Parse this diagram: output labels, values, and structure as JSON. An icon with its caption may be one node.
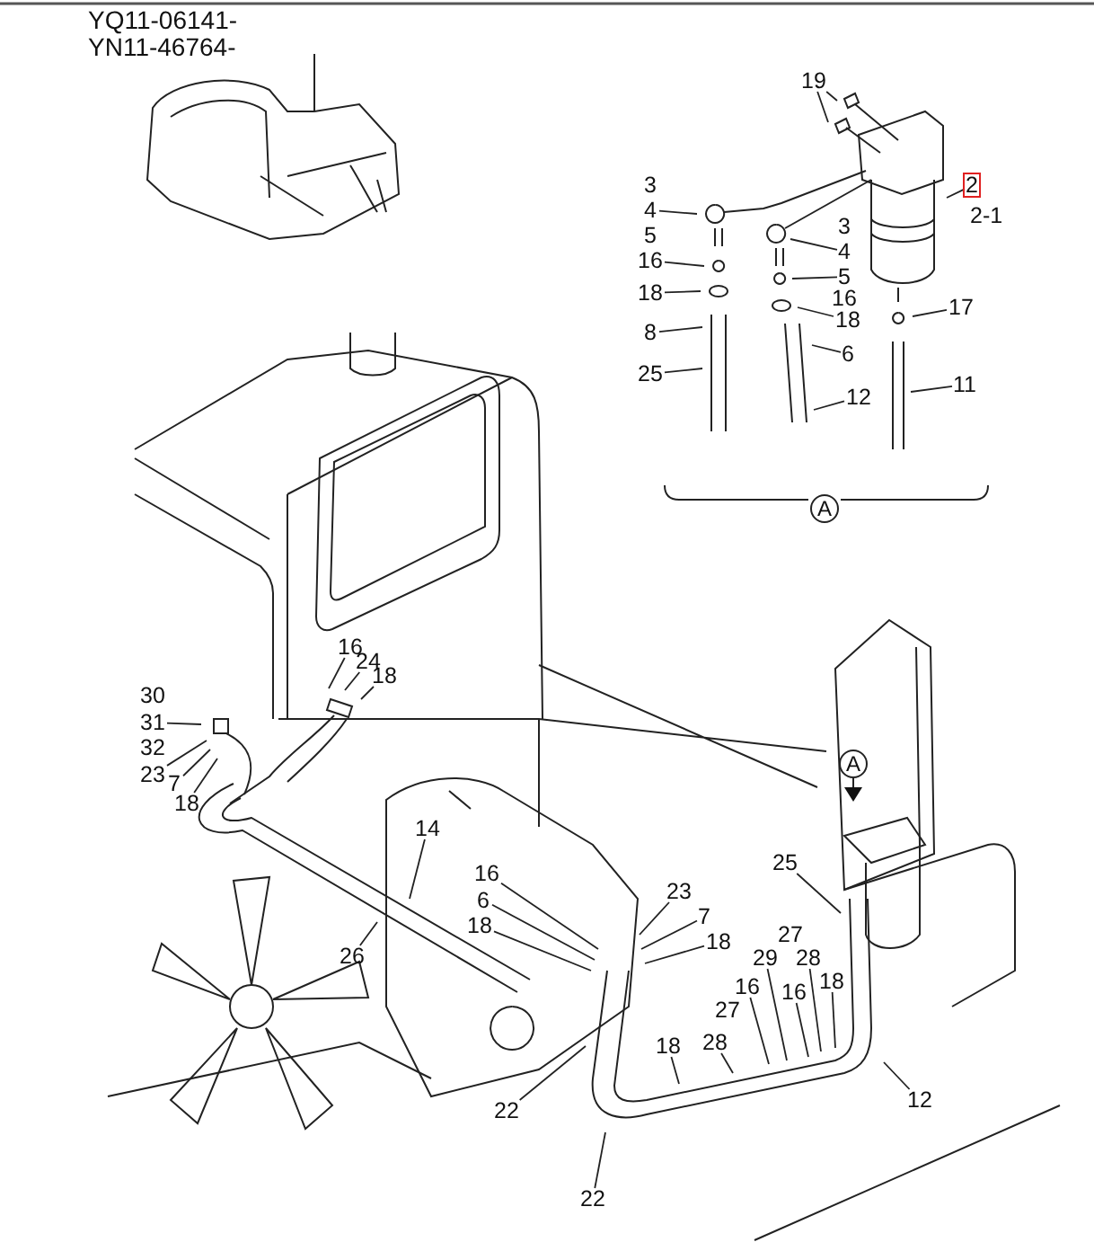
{
  "diagram": {
    "nodes": [
      {
        "text": [
          "19"
        ]
      },
      {
        "text": [
          "2"
        ]
      },
      {
        "text": [
          "4"
        ]
      },
      {
        "text": [
          "4"
        ]
      },
      {
        "text": [
          "5"
        ]
      },
      {
        "text": [
          "16"
        ]
      },
      {
        "text": [
          "18"
        ]
      },
      {
        "text": [
          "18"
        ]
      },
      {
        "text": [
          "17"
        ]
      },
      {
        "text": [
          "8"
        ]
      },
      {
        "text": [
          "6"
        ]
      },
      {
        "text": [
          "25"
        ]
      },
      {
        "text": [
          "12"
        ]
      },
      {
        "text": [
          "11"
        ]
      },
      {
        "text": [
          "16"
        ]
      },
      {
        "text": [
          "24"
        ]
      },
      {
        "text": [
          "18"
        ]
      },
      {
        "text": [
          "31"
        ]
      },
      {
        "text": [
          "23"
        ]
      },
      {
        "text": [
          "7"
        ]
      },
      {
        "text": [
          "18"
        ]
      },
      {
        "text": [
          "14"
        ]
      },
      {
        "text": [
          "16"
        ]
      },
      {
        "text": [
          "23"
        ]
      },
      {
        "text": [
          "6"
        ]
      },
      {
        "text": [
          "7"
        ]
      },
      {
        "text": [
          "18"
        ]
      },
      {
        "text": [
          "18"
        ]
      },
      {
        "text": [
          "26"
        ]
      },
      {
        "text": [
          "25"
        ]
      },
      {
        "text": [
          "29"
        ]
      },
      {
        "text": [
          "28"
        ]
      },
      {
        "text": [
          "18"
        ]
      },
      {
        "text": [
          "16"
        ]
      },
      {
        "text": [
          "16"
        ]
      },
      {
        "text": [
          "18"
        ]
      },
      {
        "text": [
          "28"
        ]
      },
      {
        "text": [
          "22"
        ]
      },
      {
        "text": [
          "12"
        ]
      },
      {
        "text": [
          "22"
        ]
      }
    ],
    "edges": [
      {
        "from": 0,
        "to": null,
        "arrow": "none"
      },
      {
        "from": 0,
        "to": null,
        "arrow": "none"
      },
      {
        "from": 1,
        "to": null,
        "arrow": "none"
      },
      {
        "from": 2,
        "to": null,
        "arrow": "none"
      },
      {
        "from": 3,
        "to": null,
        "arrow": "none"
      },
      {
        "from": 4,
        "to": null,
        "arrow": "none"
      },
      {
        "from": 5,
        "to": null,
        "arrow": "none"
      },
      {
        "from": 6,
        "to": null,
        "arrow": "none"
      },
      {
        "from": 7,
        "to": null,
        "arrow": "none"
      },
      {
        "from": 8,
        "to": null,
        "arrow": "none"
      },
      {
        "from": 9,
        "to": null,
        "arrow": "none"
      },
      {
        "from": 10,
        "to": null,
        "arrow": "none"
      },
      {
        "from": 11,
        "to": null,
        "arrow": "none"
      },
      {
        "from": 12,
        "to": null,
        "arrow": "none"
      },
      {
        "from": 13,
        "to": null,
        "arrow": "none"
      },
      {
        "from": 14,
        "to": null,
        "arrow": "none"
      },
      {
        "from": 15,
        "to": null,
        "arrow": "none"
      },
      {
        "from": 16,
        "to": null,
        "arrow": "none"
      },
      {
        "from": 17,
        "to": null,
        "arrow": "none"
      },
      {
        "from": 18,
        "to": null,
        "arrow": "none"
      },
      {
        "from": 19,
        "to": null,
        "arrow": "none"
      },
      {
        "from": 20,
        "to": null,
        "arrow": "none"
      },
      {
        "from": 21,
        "to": null,
        "arrow": "none"
      },
      {
        "from": 22,
        "to": null,
        "arrow": "none"
      },
      {
        "from": 23,
        "to": null,
        "arrow": "none"
      },
      {
        "from": 24,
        "to": null,
        "arrow": "none"
      },
      {
        "from": 25,
        "to": null,
        "arrow": "none"
      },
      {
        "from": 26,
        "to": null,
        "arrow": "none"
      },
      {
        "from": 27,
        "to": null,
        "arrow": "none"
      },
      {
        "from": 28,
        "to": null,
        "arrow": "none"
      },
      {
        "from": 29,
        "to": null,
        "arrow": "none"
      },
      {
        "from": 30,
        "to": null,
        "arrow": "none"
      },
      {
        "from": 31,
        "to": null,
        "arrow": "none"
      },
      {
        "from": 32,
        "to": null,
        "arrow": "none"
      },
      {
        "from": 33,
        "to": null,
        "arrow": "none"
      },
      {
        "from": 34,
        "to": null,
        "arrow": "none"
      },
      {
        "from": 35,
        "to": null,
        "arrow": "none"
      },
      {
        "from": 36,
        "to": null,
        "arrow": "none"
      },
      {
        "from": 37,
        "to": null,
        "arrow": "none"
      },
      {
        "from": 38,
        "to": null,
        "arrow": "none"
      },
      {
        "from": 39,
        "to": null,
        "arrow": "none"
      }
    ],
    "labels": [
      "YQ11-06141-",
      "YN11-46764-",
      "3",
      "5",
      "3",
      "2-1",
      "16",
      "A",
      "30",
      "32",
      "A",
      "27",
      "27"
    ]
  }
}
